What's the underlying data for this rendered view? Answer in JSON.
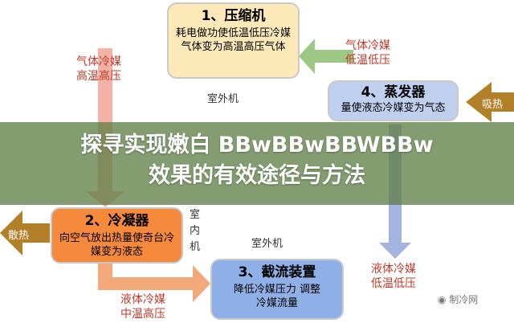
{
  "boxes": [
    {
      "title": "1、压缩机",
      "desc": "耗电做功使低温低压冷媒气体变为高温高压气体",
      "color": "#fde9b8"
    },
    {
      "title": "2、冷凝器",
      "desc": "向空气放出热量使奇台冷媒变为液态",
      "color": "#f58a3c"
    },
    {
      "title": "3、截流装置",
      "desc": "降低冷媒压力 调整冷媒流量",
      "color": "#8fb0e6"
    },
    {
      "title": "4、蒸发器",
      "desc": "量使液态冷媒变为气态",
      "color": "#bfd0ee"
    }
  ],
  "labels": {
    "top_left": "气体冷媒\n高温高压",
    "top_right": "气体冷媒\n低温低压",
    "bottom_left": "液体冷媒\n中温高压",
    "bottom_right": "液体冷媒\n低温低压",
    "outdoor_top": "室外机",
    "outdoor_bottom": "室外机",
    "indoor": "室内机",
    "release_heat": "散热",
    "absorb_heat": "吸热"
  },
  "watermark": "制冷网",
  "banner": {
    "title_line1": "探寻实现嫩白 BBwBBwBBWBBw",
    "title_line2": "效果的有效途径与方法"
  }
}
